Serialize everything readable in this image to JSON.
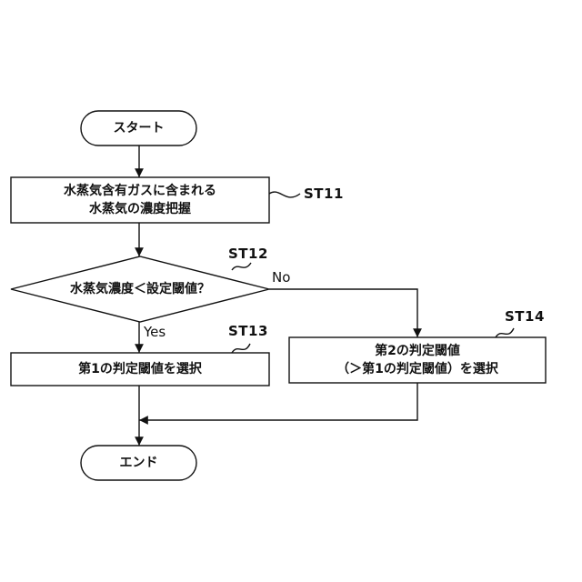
{
  "flowchart": {
    "start": {
      "text": "スタート"
    },
    "step11": {
      "line1": "水蒸気含有ガスに含まれる",
      "line2": "水蒸気の濃度把握",
      "label": "ST11"
    },
    "decision12": {
      "text": "水蒸気濃度＜設定閾値？",
      "label": "ST12",
      "yes": "Yes",
      "no": "No"
    },
    "step13": {
      "text": "第1の判定閾値を選択",
      "label": "ST13"
    },
    "step14": {
      "line1": "第2の判定閾値",
      "line2": "（＞第1の判定閾値）を選択",
      "label": "ST14"
    },
    "end": {
      "text": "エンド"
    }
  }
}
